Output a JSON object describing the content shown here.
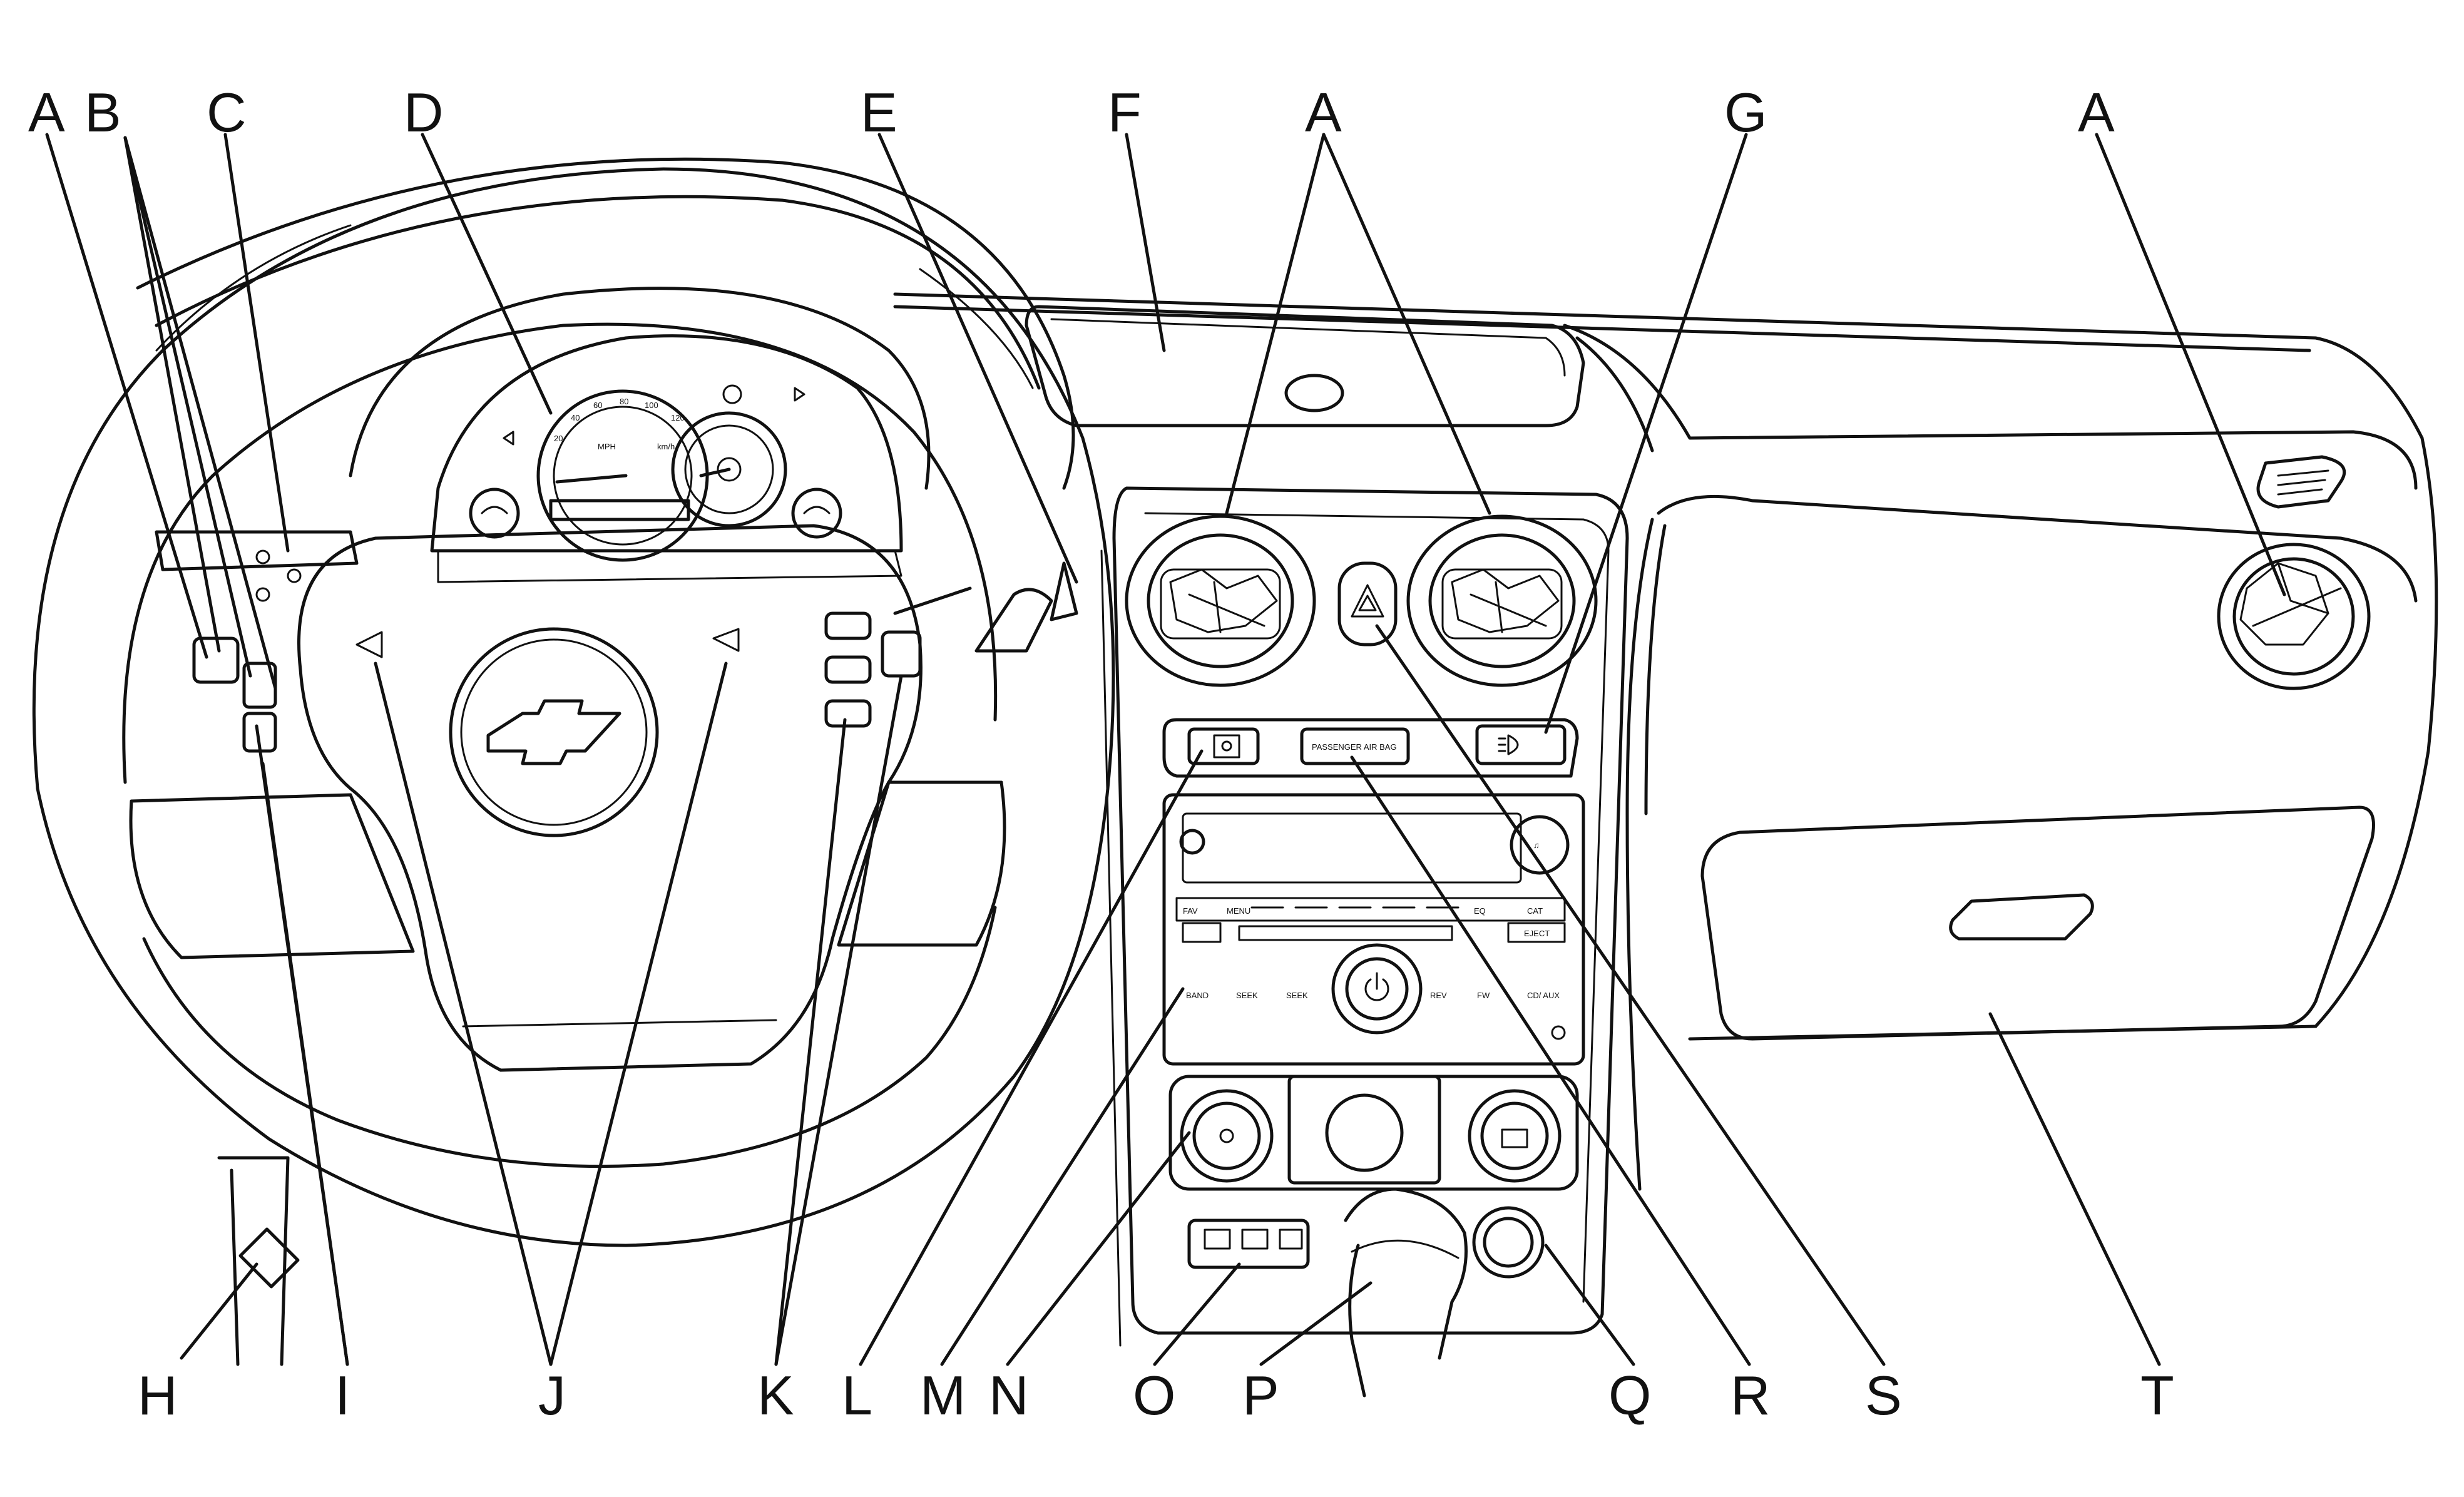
{
  "callouts": {
    "top": [
      "A",
      "B",
      "C",
      "D",
      "E",
      "F",
      "A",
      "G",
      "A"
    ],
    "bottom": [
      "H",
      "I",
      "J",
      "K",
      "L",
      "M",
      "N",
      "O",
      "P",
      "Q",
      "R",
      "S",
      "T"
    ]
  },
  "panel_text": {
    "passenger_airbag": "PASSENGER AIR BAG",
    "fav": "FAV",
    "menu": "MENU",
    "eq": "EQ",
    "cat": "CAT",
    "eject": "EJECT",
    "band": "BAND",
    "seek_back": "SEEK",
    "seek_fwd": "SEEK",
    "rev": "REV",
    "fwd": "FW",
    "cd_aux": "CD/\nAUX",
    "mph": "MPH",
    "kmh": "km/h",
    "speed_ticks": [
      "20",
      "40",
      "60",
      "80",
      "100",
      "120"
    ]
  },
  "colors": {
    "ink": "#111111",
    "paper": "#ffffff"
  }
}
